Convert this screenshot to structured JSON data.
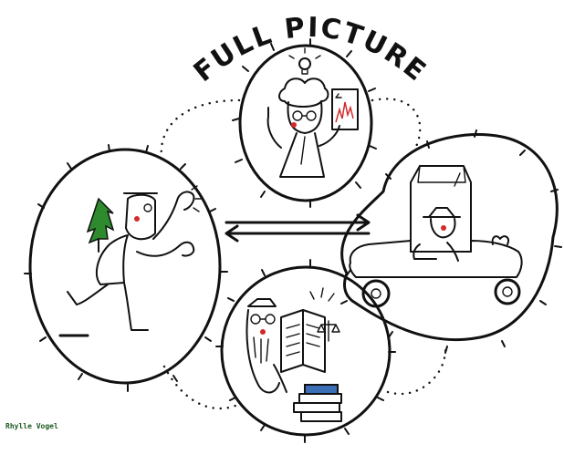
{
  "title": "FULL PICTURE",
  "signature": "Rhylle Vogel",
  "colors": {
    "ink": "#111111",
    "tree_green": "#2d8a2d",
    "skin_red": "#d42a2a",
    "paper": "#ffffff",
    "signature_green": "#1d5a22"
  },
  "panels": [
    {
      "name": "thinker-with-chart",
      "icons": [
        "lightbulb-icon",
        "chart-icon"
      ]
    },
    {
      "name": "runner-with-tree",
      "icons": [
        "tree-icon"
      ]
    },
    {
      "name": "driver-in-car",
      "icons": [
        "car-icon"
      ]
    },
    {
      "name": "scholar-with-books",
      "icons": [
        "book-icon",
        "scales-icon"
      ]
    }
  ]
}
